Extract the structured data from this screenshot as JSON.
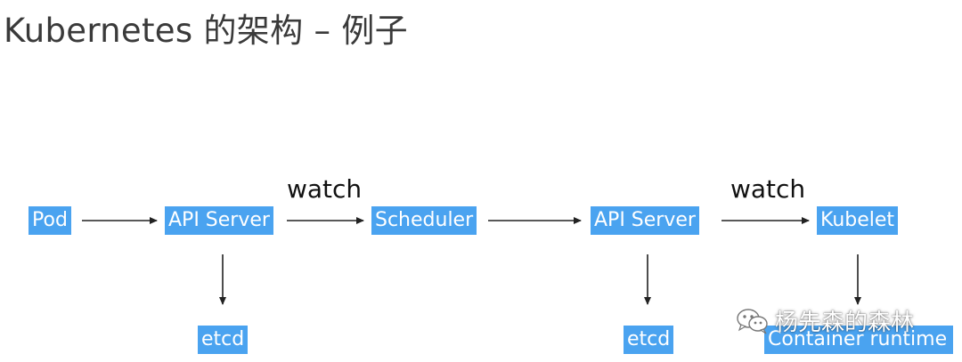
{
  "title": "Kubernetes 的架构 – 例子",
  "nodes": {
    "pod": "Pod",
    "api_server_1": "API Server",
    "scheduler": "Scheduler",
    "api_server_2": "API Server",
    "kubelet": "Kubelet",
    "etcd_1": "etcd",
    "etcd_2": "etcd",
    "container_runtime": "Container runtime"
  },
  "edge_labels": {
    "watch_1": "watch",
    "watch_2": "watch"
  },
  "colors": {
    "node_fill": "#4aa3f0",
    "node_text": "#ffffff",
    "arrow": "#222222"
  },
  "watermark": {
    "icon": "wechat-icon",
    "text": "杨先森的森林"
  }
}
